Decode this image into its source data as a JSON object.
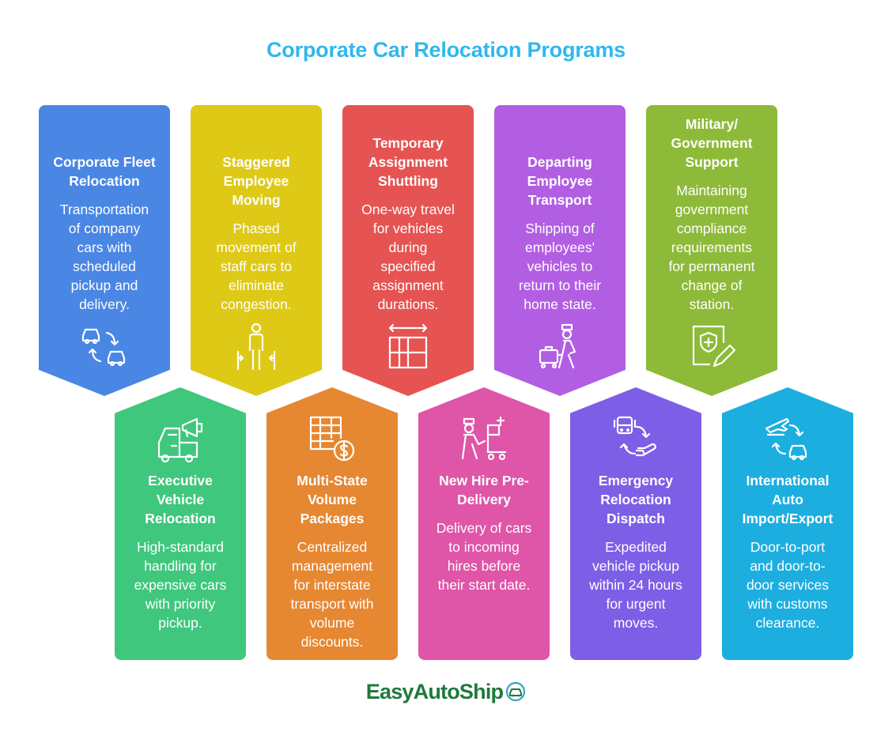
{
  "title": "Corporate Car Relocation Programs",
  "cards_top": [
    {
      "heading": "Corporate Fleet\nRelocation",
      "description": "Transportation\nof company\ncars with\nscheduled\npickup and\ndelivery.",
      "color": "#4a86e4",
      "icon": "car-swap-icon"
    },
    {
      "heading": "Staggered\nEmployee\nMoving",
      "description": "Phased\nmovement of\nstaff cars to\neliminate\ncongestion.",
      "color": "#dec917",
      "icon": "person-gates-icon"
    },
    {
      "heading": "Temporary\nAssignment\nShuttling",
      "description": "One-way travel\nfor vehicles\nduring\nspecified\nassignment\ndurations.",
      "color": "#e55452",
      "icon": "grid-arrow-icon"
    },
    {
      "heading": "Departing\nEmployee\nTransport",
      "description": "Shipping of\nemployees'\nvehicles to\nreturn to their\nhome state.",
      "color": "#b25ee3",
      "icon": "porter-luggage-icon"
    },
    {
      "heading": "Military/\nGovernment\nSupport",
      "description": "Maintaining\ngovernment\ncompliance\nrequirements\nfor permanent\nchange of\nstation.",
      "color": "#8dba39",
      "icon": "certificate-shield-icon"
    }
  ],
  "cards_bottom": [
    {
      "heading": "Executive\nVehicle\nRelocation",
      "description": "High-standard\nhandling for\nexpensive cars\nwith priority\npickup.",
      "color": "#3fc77d",
      "icon": "truck-megaphone-icon"
    },
    {
      "heading": "Multi-State\nVolume\nPackages",
      "description": "Centralized\nmanagement\nfor interstate\ntransport with\nvolume\ndiscounts.",
      "color": "#e68732",
      "icon": "table-dollar-icon"
    },
    {
      "heading": "New Hire Pre-\nDelivery",
      "description": "Delivery of cars\nto incoming\nhires before\ntheir start date.",
      "color": "#df55a8",
      "icon": "delivery-person-icon"
    },
    {
      "heading": "Emergency\nRelocation\nDispatch",
      "description": "Expedited\nvehicle pickup\nwithin 24 hours\nfor urgent\nmoves.",
      "color": "#7c5fe6",
      "icon": "bus-hand-icon"
    },
    {
      "heading": "International\nAuto\nImport/Export",
      "description": "Door-to-port\nand door-to-\ndoor services\nwith customs\nclearance.",
      "color": "#1daee0",
      "icon": "plane-car-icon"
    }
  ],
  "logo": {
    "easy": "Easy",
    "auto": "Auto",
    "ship": "Ship"
  }
}
